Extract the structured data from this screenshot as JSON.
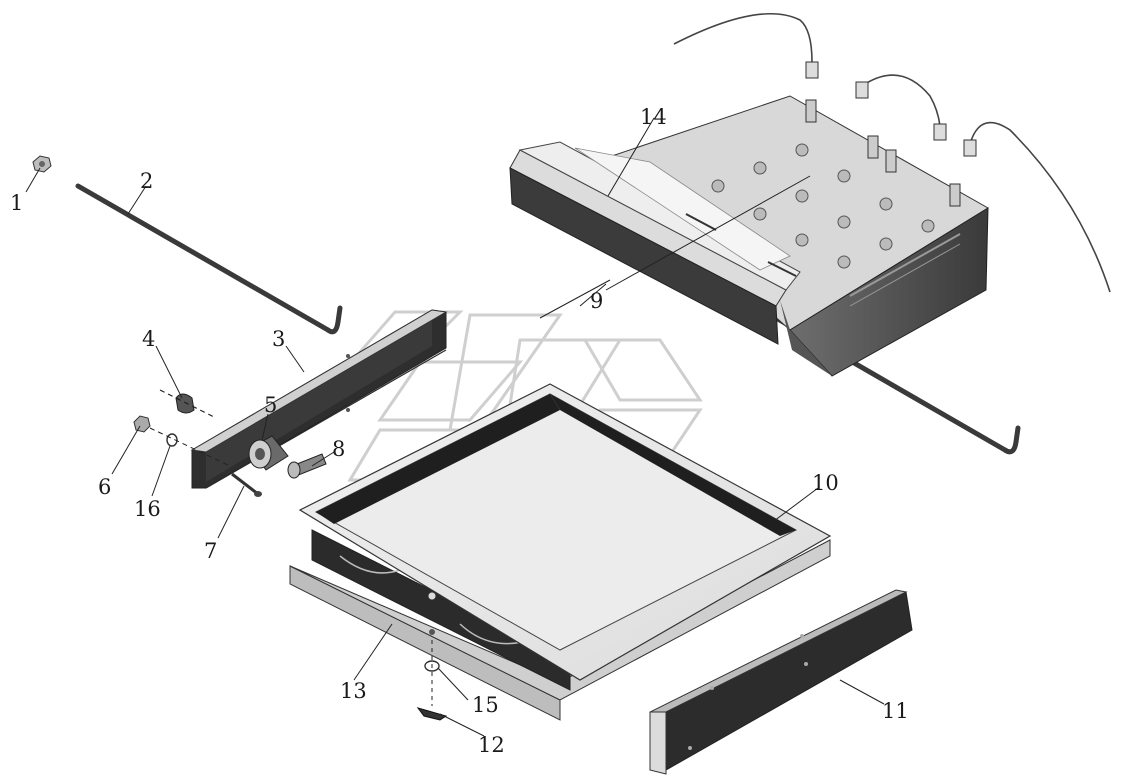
{
  "callouts": [
    {
      "id": "1",
      "label": "1"
    },
    {
      "id": "2",
      "label": "2"
    },
    {
      "id": "3",
      "label": "3"
    },
    {
      "id": "4",
      "label": "4"
    },
    {
      "id": "5",
      "label": "5"
    },
    {
      "id": "6",
      "label": "6"
    },
    {
      "id": "7",
      "label": "7"
    },
    {
      "id": "8",
      "label": "8"
    },
    {
      "id": "9",
      "label": "9"
    },
    {
      "id": "10",
      "label": "10"
    },
    {
      "id": "11",
      "label": "11"
    },
    {
      "id": "12",
      "label": "12"
    },
    {
      "id": "13",
      "label": "13"
    },
    {
      "id": "14",
      "label": "14"
    },
    {
      "id": "15",
      "label": "15"
    },
    {
      "id": "16",
      "label": "16"
    }
  ],
  "colors": {
    "line": "#2a2a2a",
    "part_dark": "#2b2b2b",
    "part_mid": "#9a9a9a",
    "part_light": "#d9d9d9",
    "panel": "#e6e6e6",
    "watermark": "#cfcfcf"
  }
}
